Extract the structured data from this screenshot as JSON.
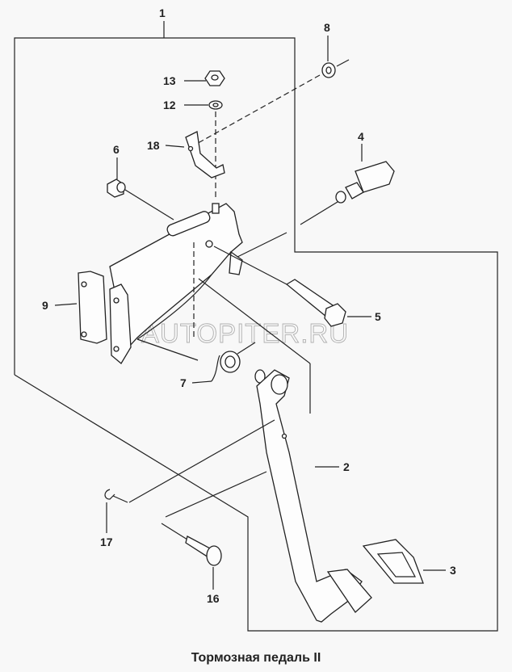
{
  "caption": "Тормозная педаль II",
  "watermark": "AUTOPITER.RU",
  "callouts": {
    "p1": "1",
    "p2": "2",
    "p3": "3",
    "p4": "4",
    "p5": "5",
    "p6": "6",
    "p7": "7",
    "p8": "8",
    "p9": "9",
    "p12": "12",
    "p13": "13",
    "p16": "16",
    "p17": "17",
    "p18": "18"
  }
}
